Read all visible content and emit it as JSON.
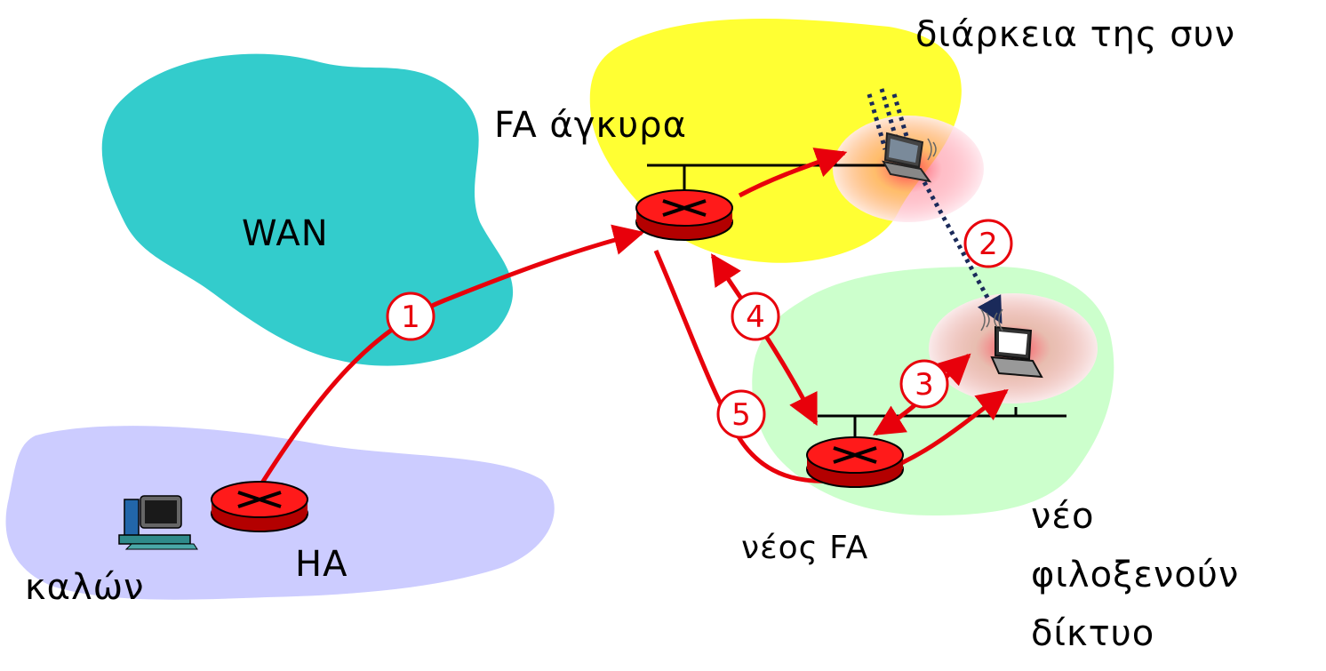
{
  "labels": {
    "title_partial": "διάρκεια της συν",
    "fa_anchor": "FA άγκυρα",
    "wan": "WAN",
    "ha": "HA",
    "caller": "καλών",
    "new_fa": "νέος FA",
    "new_network_line1": "νέο",
    "new_network_line2": "φιλοξενούν",
    "new_network_line3": "δίκτυο"
  },
  "steps": [
    "1",
    "2",
    "3",
    "4",
    "5"
  ],
  "colors": {
    "wan_cloud": "#33cccc",
    "anchor_cloud": "#ffff33",
    "home_cloud": "#ccccff",
    "new_cloud": "#ccffcc",
    "router": "#ff0000",
    "arrow": "#e8000b",
    "move_path": "#1a2a5a",
    "step_circle": "#e8000b"
  },
  "icons": [
    "router-icon",
    "laptop-icon",
    "desktop-computer-icon",
    "wireless-signal-icon"
  ]
}
